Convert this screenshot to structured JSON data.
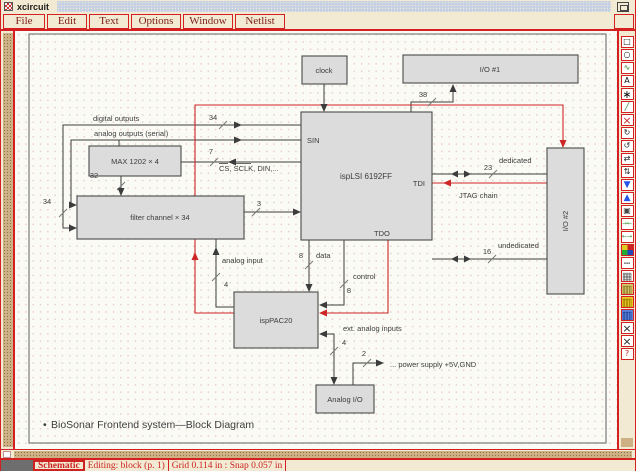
{
  "window": {
    "title": "xcircuit"
  },
  "menu": {
    "items": [
      {
        "label": "File"
      },
      {
        "label": "Edit"
      },
      {
        "label": "Text"
      },
      {
        "label": "Options"
      },
      {
        "label": "Window"
      },
      {
        "label": "Netlist"
      }
    ]
  },
  "toolbar": {
    "items": [
      {
        "name": "box-tool-icon",
        "glyph": "□",
        "color": "#222"
      },
      {
        "name": "arc-tool-icon",
        "glyph": "○",
        "color": "#222"
      },
      {
        "name": "spline-tool-icon",
        "glyph": "∿",
        "color": "#2c8c2c"
      },
      {
        "name": "text-tool-icon",
        "glyph": "A",
        "color": "#111"
      },
      {
        "name": "move-tool-icon",
        "glyph": "∗",
        "color": "#111",
        "size": 11
      },
      {
        "name": "edit-tool-icon",
        "glyph": "╱",
        "color": "#2c8c2c"
      },
      {
        "name": "delete-tool-icon",
        "glyph": "×",
        "color": "#cc2222",
        "size": 11
      },
      {
        "name": "rotate-cw-tool-icon",
        "glyph": "↻",
        "color": "#222"
      },
      {
        "name": "rotate-ccw-tool-icon",
        "glyph": "↺",
        "color": "#222"
      },
      {
        "name": "flip-horizontal-tool-icon",
        "glyph": "⇄",
        "color": "#222"
      },
      {
        "name": "flip-vertical-tool-icon",
        "glyph": "⇅",
        "color": "#222"
      },
      {
        "name": "push-hierarchy-tool-icon",
        "glyph": "▼",
        "color": "#2255e8",
        "size": 9
      },
      {
        "name": "pop-hierarchy-tool-icon",
        "glyph": "▲",
        "color": "#2255e8",
        "size": 9
      },
      {
        "name": "clone-tool-icon",
        "glyph": "▣",
        "color": "#444"
      },
      {
        "name": "join-tool-icon",
        "glyph": "→←",
        "color": "#2c8c2c",
        "size": 6
      },
      {
        "name": "unjoin-tool-icon",
        "glyph": "←→",
        "color": "#2c8c2c",
        "size": 6
      },
      {
        "name": "colors-tool-icon",
        "kind": "palette"
      },
      {
        "name": "border-style-tool-icon",
        "glyph": "┄",
        "color": "#222",
        "size": 11
      },
      {
        "name": "fill-style-tool-icon",
        "glyph": "▦",
        "color": "#666",
        "size": 11
      },
      {
        "name": "library-1-icon",
        "glyph": "▥",
        "color": "#7a6a20",
        "bg": "#d8c469",
        "size": 11
      },
      {
        "name": "library-2-icon",
        "glyph": "▥",
        "color": "#8a6a00",
        "bg": "#ecc91e",
        "size": 11
      },
      {
        "name": "library-3-icon",
        "glyph": "▥",
        "color": "#1a3a88",
        "bg": "#5b82dd",
        "size": 11
      },
      {
        "name": "x-tool-1-icon",
        "glyph": "×",
        "color": "#222",
        "size": 11
      },
      {
        "name": "x-tool-2-icon",
        "glyph": "×",
        "color": "#222",
        "size": 11
      },
      {
        "name": "help-tool-icon",
        "glyph": "?",
        "color": "#cc2222"
      }
    ]
  },
  "statusbar": {
    "mode": "Schematic",
    "editing": "Editing: block (p. 1)",
    "grid": "Grid 0.114 in : Snap 0.057 in"
  },
  "diagram": {
    "title_bullet": "•",
    "title": "BioSonar Frontend system—Block Diagram",
    "boxes": {
      "clock": "clock",
      "io1": "I/O #1",
      "io2": "I/O #2",
      "chip": "ispLSI 6192FF",
      "max": "MAX 1202 × 4",
      "filter": "filter channel × 34",
      "pac": "ispPAC20",
      "analog_io": "Analog I/O"
    },
    "pins": {
      "sin": "SIN",
      "tdi": "TDI",
      "tdo": "TDO"
    },
    "net_labels": {
      "digital_outputs": "digital outputs",
      "analog_outputs": "analog outputs (serial)",
      "cs_part": "CS",
      "cs_rest": ", SCLK, DIN,...",
      "analog_input": "analog input",
      "data": "data",
      "control": "control",
      "ext_analog_inputs": "ext. analog inputs",
      "power_supply": "... power supply +5V,GND",
      "dedicated": "dedicated",
      "undedicated": "undedicated",
      "jtag": "JTAG chain"
    },
    "bus_widths": {
      "digital": "34",
      "digital_left": "34",
      "serial_ctl": "7",
      "adc": "32",
      "filter_out": "3",
      "io1": "38",
      "data": "8",
      "control": "8",
      "analog_in": "4",
      "ext": "4",
      "power": "2",
      "dedicated": "23",
      "undedicated": "16"
    },
    "colors": {
      "wire": "#3c3c3c",
      "jtag_red": "#cc2626",
      "title_purple": "#b567de",
      "box_fill": "#dcdcdc"
    }
  }
}
